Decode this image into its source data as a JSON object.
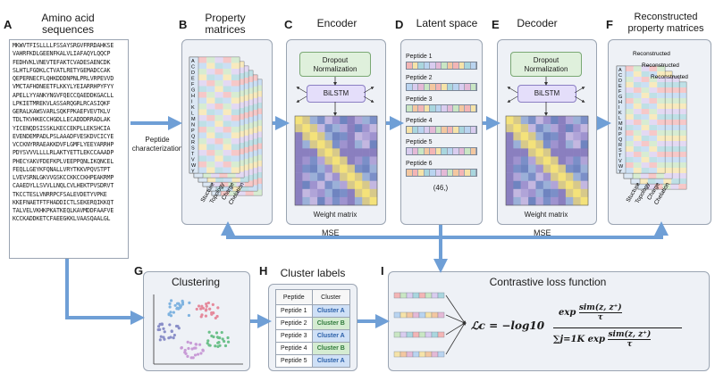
{
  "panels": {
    "A": {
      "letter": "A",
      "title": "Amino acid sequences"
    },
    "B": {
      "letter": "B",
      "title": "Property matrices",
      "axis_labels": [
        "Stucture",
        "Topology",
        "Charge",
        "Chelation"
      ],
      "row_letters": [
        "A",
        "C",
        "D",
        "E",
        "F",
        "G",
        "H",
        "I",
        "K",
        "L",
        "M",
        "N",
        "P",
        "Q",
        "R",
        "S",
        "T",
        "V",
        "W",
        "Y"
      ]
    },
    "C": {
      "letter": "C",
      "title": "Encoder",
      "box1": "Dropout Normalization",
      "box2": "BiLSTM",
      "caption": "Weight matrix"
    },
    "D": {
      "letter": "D",
      "title": "Latent space",
      "peptides": [
        "Peptide 1",
        "Peptide 2",
        "Peptide 3",
        "Peptide 4",
        "Peptide 5",
        "Peptide 6"
      ],
      "dim_label": "(46,)"
    },
    "E": {
      "letter": "E",
      "title": "Decoder",
      "box1": "Dropout Normalization",
      "box2": "BiLSTM",
      "caption": "Weight matrix"
    },
    "F": {
      "letter": "F",
      "title": "Reconstructed property matrices",
      "stack_label": "Reconstructed",
      "axis_labels": [
        "Stucture",
        "Topology",
        "Charge",
        "Chelation"
      ]
    },
    "G": {
      "letter": "G",
      "title": "Clustering"
    },
    "H": {
      "letter": "H",
      "title": "Cluster labels",
      "col1": "Peptide",
      "col2": "Cluster",
      "rows": [
        {
          "peptide": "Peptide 1",
          "cluster": "Cluster A"
        },
        {
          "peptide": "Peptide 2",
          "cluster": "Cluster B"
        },
        {
          "peptide": "Peptide 3",
          "cluster": "Cluster A"
        },
        {
          "peptide": "Peptide 4",
          "cluster": "Cluster B"
        },
        {
          "peptide": "Peptide 5",
          "cluster": "Cluster A"
        }
      ]
    },
    "I": {
      "letter": "I",
      "title": "Contrastive loss function"
    }
  },
  "sequences": [
    "MKWVTFISLLLLFSSAYSRGVFRRDAHKSE",
    "VAHRFKDLGEENFKALVLIAFAQYLQQCP",
    "FEDHVKLVNEVTEFAKTCVADESAENCDK",
    "SLHTLFGDKLCTVATLRETYGEMADCCAK",
    "QEPERNECFLQHKDDDNPNLPRLVRPEVVD",
    "VMCTAFHDNEETFLKKYLYEIARRHPYFYY",
    "APELLYYANKYNGVFQECCQAEDDKGACLL",
    "LPKIETMREKVLASSARQGRLRCASIQKF",
    "GERALKAWSVARLSQKFPKAEFVEVTKLV",
    "TDLTKVHKECCHGDLLECADDDRRADLAK",
    "YICENQDSISSKLKECCEKPLLEKSHCIA",
    "EVENDEMPADLPSLAAADFVESKDVCICYE",
    "VCCKNYRRAEAKKDVFLGMFLYEEYARRHP",
    "PDYSVVVLLLLRLAKTYETTLEKCCAAADP",
    "PHECYAKVFDEFKPLVEEPPQNLIKQNCEL",
    "FEQLLGEYKFQNALLVRYTKKVPQVSTPT",
    "LVEVSRNLGKVVGSKCCKKCCKHPEAKRMP",
    "CAAEDYLLSVVLLNQLCVLHEKTPVSDRVT",
    "TKCCTESLVNRRPCFSALEVDETYVPKE",
    "KKEFNAETFTFHADDICTLSEKERQIKKQT",
    "TALVELVKHKPKATKEQLKAVMDDFAAFVE",
    "KCCKADDKETCFAEEGKKLVAASQAALGL"
  ],
  "labels": {
    "peptide_characterization": "Peptide characterization",
    "mse_left": "MSE",
    "mse_right": "MSE"
  },
  "formula": {
    "lhs": "ℒc = −log10",
    "num_exp": "exp",
    "num_sim": "sim(z, z⁺)",
    "num_tau": "τ",
    "den_sum": "∑j=1K exp",
    "den_sim": "sim(z, z⁺)",
    "den_tau": "τ"
  },
  "colors": {
    "panel_bg": "#eef1f6",
    "box_green": "#dff0dc",
    "box_purple": "#e4defa",
    "arrow": "#6f9fd6",
    "cluster_a": "#2a5fa8",
    "cluster_b": "#2f7a3a",
    "cluster_a_bg": "#cfe0f6",
    "cluster_b_bg": "#d5ecd2"
  },
  "icons": [
    "arrow-right-icon",
    "arrow-down-icon",
    "arrow-up-icon"
  ]
}
